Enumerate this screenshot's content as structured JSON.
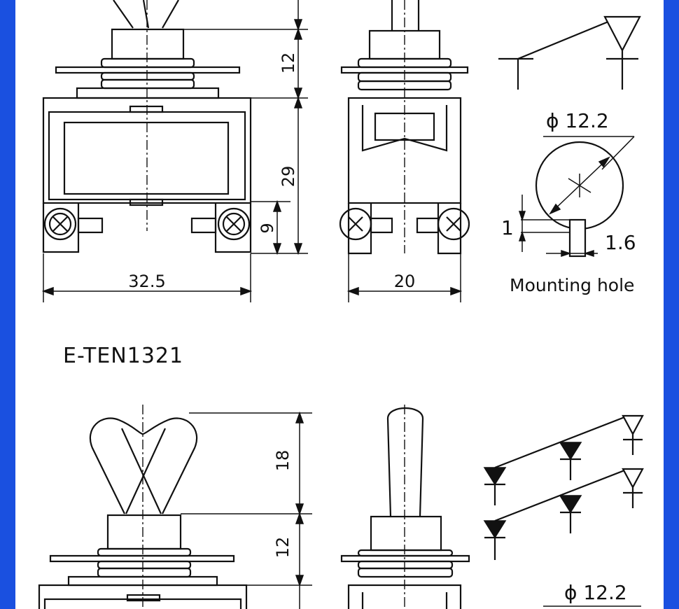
{
  "colors": {
    "border": "#1a50e0",
    "paper": "#ffffff",
    "ink": "#111111"
  },
  "top_section": {
    "dims": {
      "height_bushing": "12",
      "height_body": "29",
      "height_terminal": "9",
      "width_front": "32.5",
      "width_side": "20"
    },
    "mounting_hole": {
      "diameter_label": "ϕ 12.2",
      "key_height": "1",
      "key_width": "1.6",
      "caption": "Mounting hole"
    }
  },
  "bottom_section": {
    "model": "E-TEN1321",
    "dims": {
      "height_lever": "18",
      "height_bushing": "12"
    },
    "mounting_hole": {
      "diameter_label": "ϕ 12.2"
    }
  }
}
